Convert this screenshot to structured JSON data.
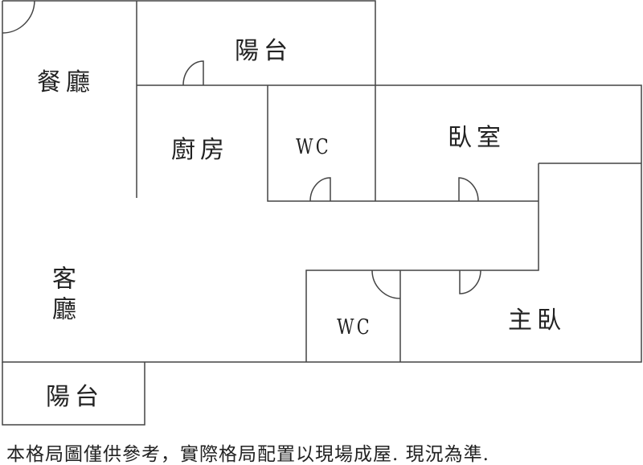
{
  "rooms": {
    "balcony_top": "陽台",
    "dining": "餐廳",
    "kitchen": "廚房",
    "wc_upper": "WC",
    "bedroom": "臥室",
    "living": "客廳",
    "wc_lower": "WC",
    "master_bedroom": "主臥",
    "balcony_bottom": "陽台"
  },
  "disclaimer": "本格局圖僅供參考，實際格局配置以現場成屋. 現況為準."
}
